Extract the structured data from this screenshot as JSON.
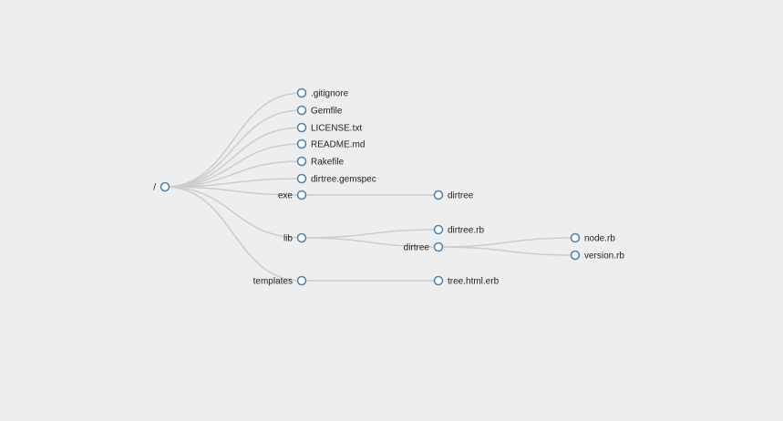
{
  "tree": {
    "id": "root",
    "name": "/",
    "children": [
      {
        "id": "gitignore",
        "name": ".gitignore"
      },
      {
        "id": "gemfile",
        "name": "Gemfile"
      },
      {
        "id": "license",
        "name": "LICENSE.txt"
      },
      {
        "id": "readme",
        "name": "README.md"
      },
      {
        "id": "rakefile",
        "name": "Rakefile"
      },
      {
        "id": "gemspec",
        "name": "dirtree.gemspec"
      },
      {
        "id": "exe",
        "name": "exe",
        "children": [
          {
            "id": "exe-dirtree",
            "name": "dirtree"
          }
        ]
      },
      {
        "id": "lib",
        "name": "lib",
        "children": [
          {
            "id": "lib-dirtree-rb",
            "name": "dirtree.rb"
          },
          {
            "id": "lib-dirtree",
            "name": "dirtree",
            "children": [
              {
                "id": "node-rb",
                "name": "node.rb"
              },
              {
                "id": "version-rb",
                "name": "version.rb"
              }
            ]
          }
        ]
      },
      {
        "id": "templates",
        "name": "templates",
        "children": [
          {
            "id": "tree-html-erb",
            "name": "tree.html.erb"
          }
        ]
      }
    ]
  },
  "colors": {
    "background": "#eeeeee",
    "link": "#cccccc",
    "node_stroke": "#4682b4",
    "node_fill": "#ffffff",
    "label": "#222222"
  }
}
